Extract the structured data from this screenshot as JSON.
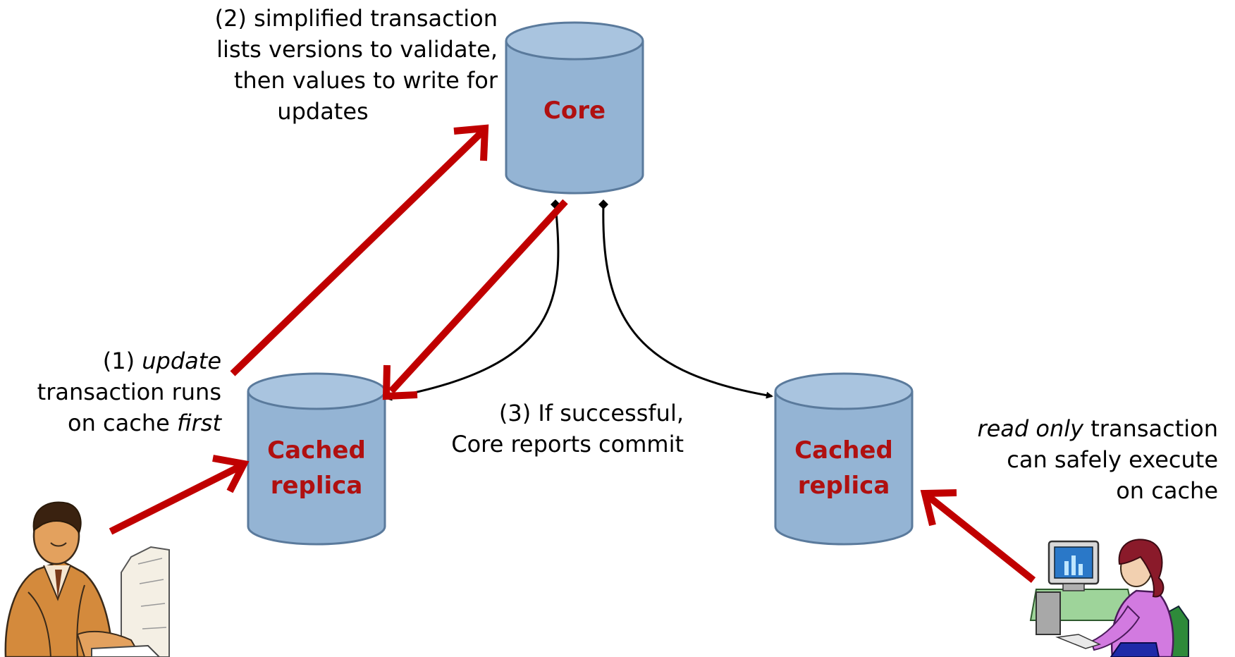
{
  "databases": {
    "core": {
      "label": "Core"
    },
    "left_replica": {
      "line1": "Cached",
      "line2": "replica"
    },
    "right_replica": {
      "line1": "Cached",
      "line2": "replica"
    }
  },
  "notes": {
    "step2": {
      "line1": "(2) simplified transaction",
      "line2": "lists versions to validate,",
      "line3": "then values to write for",
      "line4": "updates"
    },
    "step1": {
      "line1_pre": "(1) ",
      "line1_em": "update",
      "line2": "transaction runs",
      "line3_pre": "on cache ",
      "line3_em": "first"
    },
    "step3": {
      "line1": "(3) If successful,",
      "line2": "Core reports commit"
    },
    "readonly": {
      "line1_em": "read only",
      "line1_post": " transaction",
      "line2": "can safely execute",
      "line3": "on cache"
    }
  },
  "colors": {
    "cylinder_fill": "#94b4d4",
    "cylinder_stroke": "#5a7a9c",
    "arrow_red": "#c00000",
    "label_red": "#b01010"
  },
  "icons": {
    "left_user": "man-at-computer-icon",
    "right_user": "woman-at-computer-icon"
  }
}
